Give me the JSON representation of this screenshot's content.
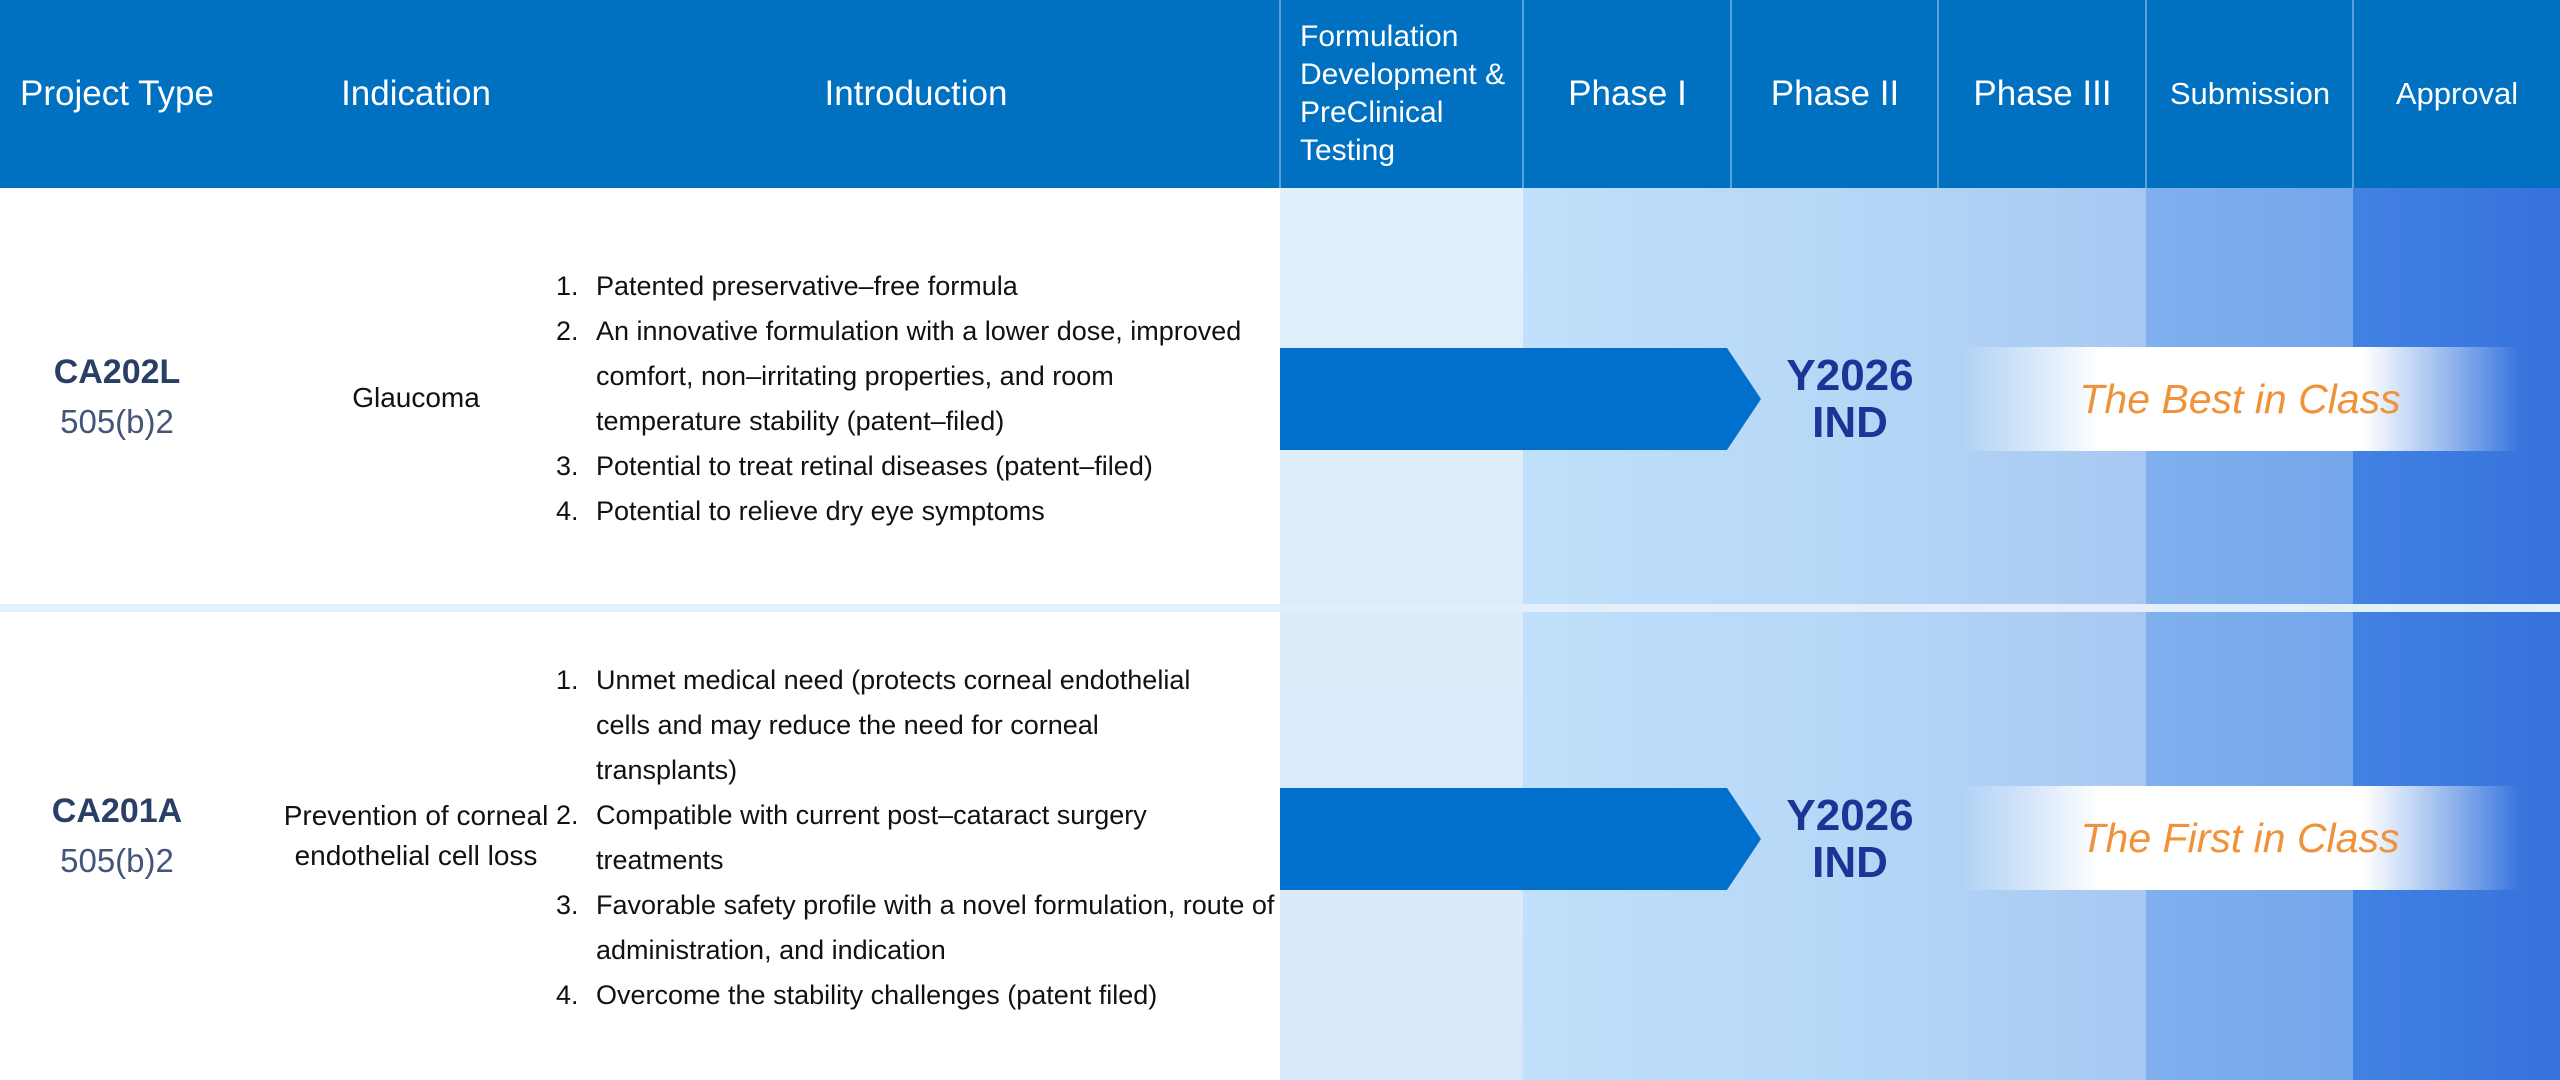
{
  "header": {
    "project_type": "Project Type",
    "indication": "Indication",
    "introduction": "Introduction",
    "formulation": "Formulation Development & PreClinical Testing",
    "phase1": "Phase I",
    "phase2": "Phase II",
    "phase3": "Phase III",
    "submission": "Submission",
    "approval": "Approval"
  },
  "rows": [
    {
      "code": "CA202L",
      "pathway": "505(b)2",
      "indication": "Glaucoma",
      "intro": [
        {
          "n": "1.",
          "text": "Patented preservative–free formula"
        },
        {
          "n": "2.",
          "text": "An innovative formulation with a lower dose, improved comfort, non–irritating properties, and room temperature stability (patent–filed)"
        },
        {
          "n": "3.",
          "text": "Potential to treat retinal diseases (patent–filed)"
        },
        {
          "n": "4.",
          "text": "Potential to relieve dry eye symptoms"
        }
      ],
      "milestone_year": "Y2026",
      "milestone": "IND",
      "tagline": "The Best in Class"
    },
    {
      "code": "CA201A",
      "pathway": "505(b)2",
      "indication": "Prevention of corneal endothelial cell loss",
      "intro": [
        {
          "n": "1.",
          "text": "Unmet medical need (protects corneal endothelial cells and may reduce the need for corneal transplants)"
        },
        {
          "n": "2.",
          "text": "Compatible with current post–cataract surgery treatments"
        },
        {
          "n": "3.",
          "text": "Favorable safety profile with a novel formulation, route of administration, and indication"
        },
        {
          "n": "4.",
          "text": "Overcome the stability challenges (patent filed)"
        }
      ],
      "milestone_year": "Y2026",
      "milestone": "IND",
      "tagline": "The First in Class"
    }
  ],
  "colors": {
    "header": "#0070c0",
    "arrow": "#0070cc",
    "milestone": "#1d3496",
    "tagline": "#f0923a"
  }
}
